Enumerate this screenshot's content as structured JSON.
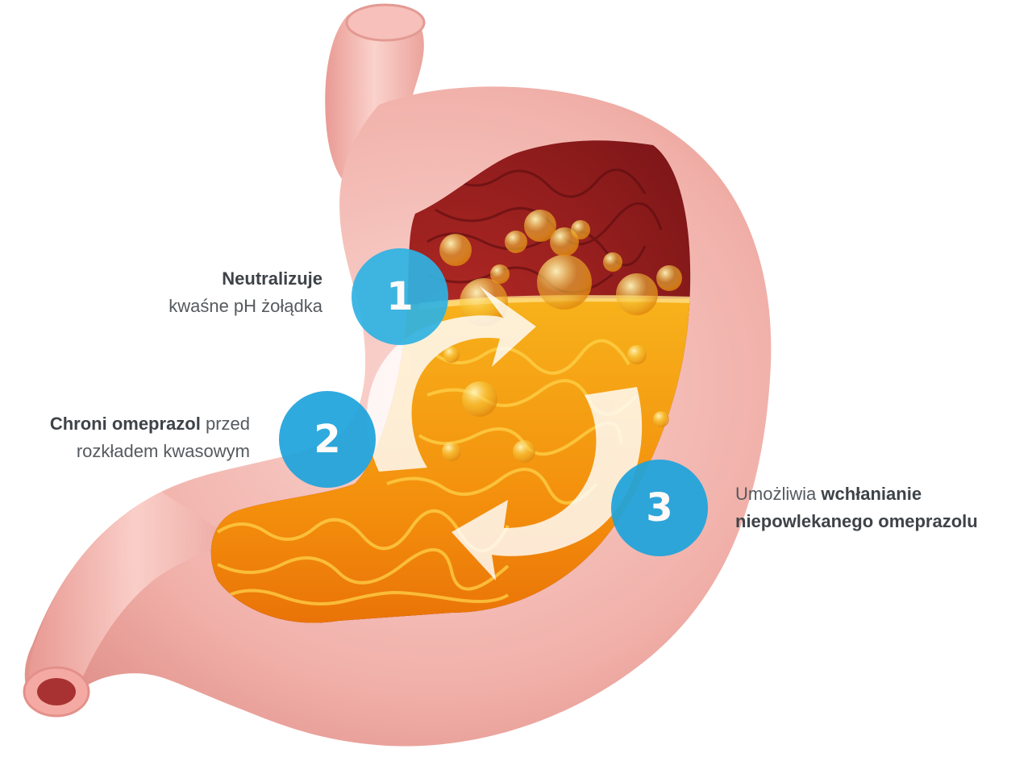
{
  "steps": [
    {
      "number": "1",
      "bold": "Neutralizuje",
      "text_after": "kwaśne pH żołądka"
    },
    {
      "number": "2",
      "bold": "Chroni omeprazol",
      "text_after": " przed",
      "text_line2": "rozkładem kwasowym"
    },
    {
      "number": "3",
      "text_before": "Umożliwia ",
      "bold": "wchłanianie",
      "bold_line2": "niepowlekanego omeprazolu"
    }
  ],
  "colors": {
    "badge_blue": "#1fa4dc",
    "stomach_pink": "#f2b6b0",
    "acid_orange": "#f59a12",
    "mucosa_red": "#8e1b1f"
  },
  "icons": [
    "cycle-arrows-icon",
    "bubble-icon"
  ]
}
